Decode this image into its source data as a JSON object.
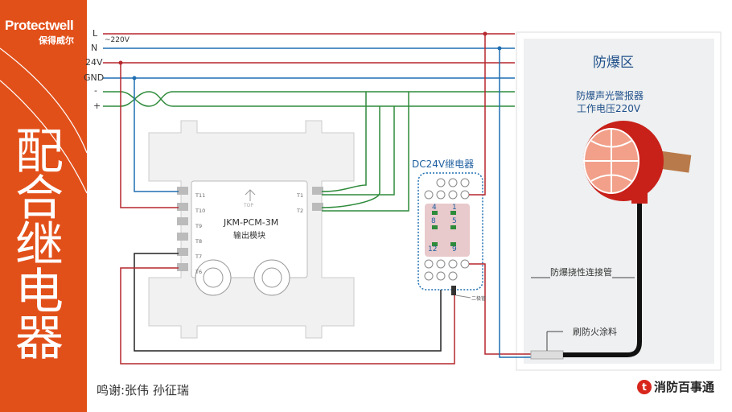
{
  "brand": {
    "name": "Protectwell",
    "name_cn": "保得威尔"
  },
  "title": "配合继电器",
  "bus": {
    "labels": [
      "L",
      "N",
      "24V",
      "GND",
      "-",
      "+"
    ],
    "voltage": "~220V"
  },
  "module": {
    "model": "JKM-PCM-3M",
    "name": "输出模块",
    "top": "TOP",
    "left_terminals": [
      "T11",
      "T10",
      "T9",
      "T8",
      "T7",
      "T6"
    ],
    "right_terminals": [
      "T1",
      "T2"
    ]
  },
  "relay": {
    "title": "DC24V继电器",
    "contacts": [
      "4",
      "8",
      "12",
      "1",
      "5",
      "9"
    ],
    "diode": "二极管"
  },
  "zone": {
    "title": "防爆区",
    "device_line1": "防爆声光警报器",
    "device_line2": "工作电压220V",
    "pipe": "防爆挠性连接管",
    "coating": "刷防火涂料"
  },
  "colors": {
    "accent": "#e2501a",
    "live": "#b5272d",
    "neutral": "#1f6fb2",
    "signal": "#2e8b3a"
  },
  "credit": "鸣谢:张伟  孙征瑞",
  "footer_logo": "消防百事通"
}
